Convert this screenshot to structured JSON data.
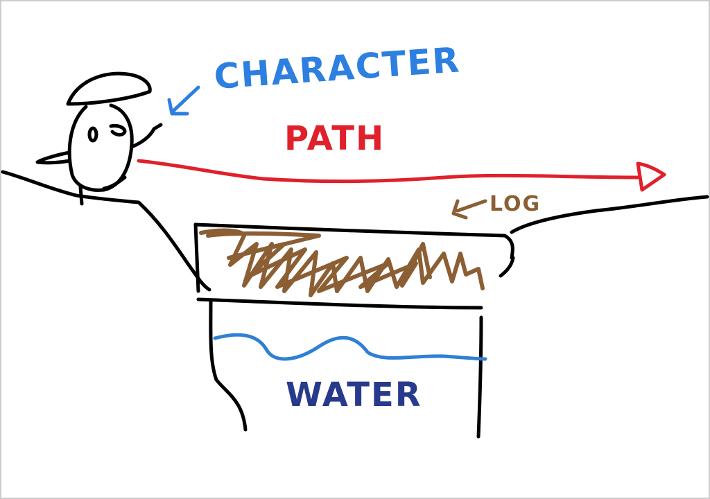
{
  "labels": {
    "character": "CHARACTER",
    "path": "PATH",
    "log": "LOG",
    "water": "WATER"
  },
  "colors": {
    "background": "#ffffff",
    "frame": "#cccccc",
    "ground": "#000000",
    "character_label": "#2d7fe0",
    "path": "#e0202a",
    "log": "#8b5e34",
    "water_line": "#2f7fd6",
    "water_label": "#283a8c"
  }
}
